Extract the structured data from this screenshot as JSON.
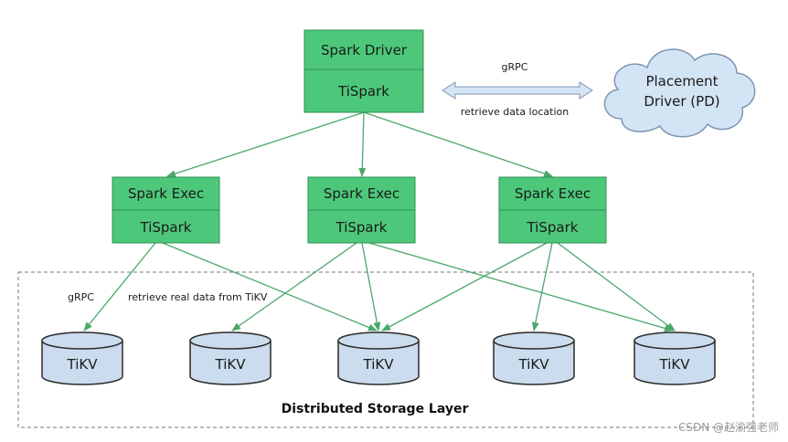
{
  "colors": {
    "box_fill": "#4dc87a",
    "box_stroke": "#2f8f52",
    "cylinder_fill": "#cbdcee",
    "cylinder_stroke": "#2a2a2a",
    "cloud_fill": "#d3e4f5",
    "cloud_stroke": "#7f96b3",
    "arrow": "#4aa86a",
    "grpc_arrow_fill": "#d3e4f5",
    "grpc_arrow_stroke": "#7f96b3",
    "dashed_border": "#777777"
  },
  "driver": {
    "top_label": "Spark Driver",
    "bottom_label": "TiSpark"
  },
  "placement_driver": {
    "line1": "Placement",
    "line2": "Driver (PD)"
  },
  "driver_pd_link": {
    "protocol_label": "gRPC",
    "purpose_label": "retrieve data location"
  },
  "executors": [
    {
      "top_label": "Spark Exec",
      "bottom_label": "TiSpark"
    },
    {
      "top_label": "Spark Exec",
      "bottom_label": "TiSpark"
    },
    {
      "top_label": "Spark Exec",
      "bottom_label": "TiSpark"
    }
  ],
  "exec_tikv_link": {
    "protocol_label": "gRPC",
    "purpose_label": "retrieve real data from TiKV"
  },
  "tikv_nodes": [
    {
      "label": "TiKV"
    },
    {
      "label": "TiKV"
    },
    {
      "label": "TiKV"
    },
    {
      "label": "TiKV"
    },
    {
      "label": "TiKV"
    }
  ],
  "storage_layer": {
    "label": "Distributed Storage Layer"
  },
  "watermark": {
    "text": "CSDN @赵渝强老师"
  }
}
